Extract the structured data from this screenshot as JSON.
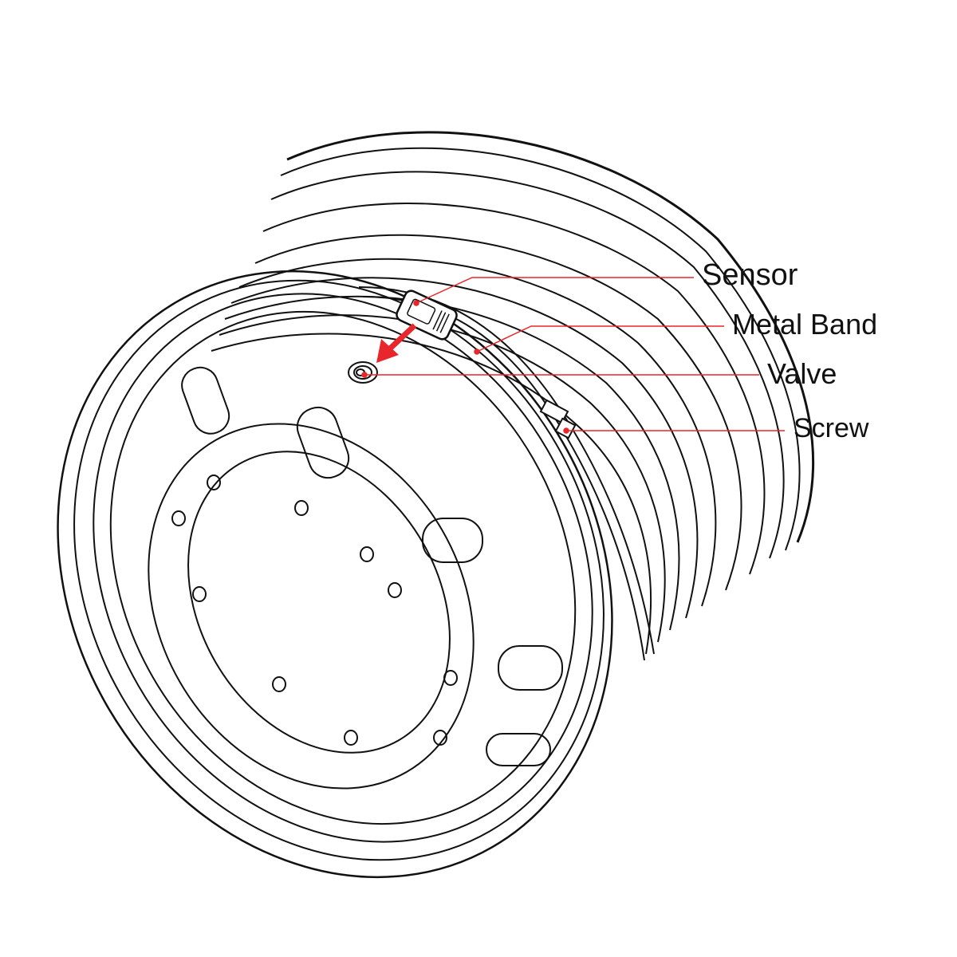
{
  "diagram": {
    "subject": "Truck wheel rim with TPMS sensor installation",
    "accent_color": "#e8262b",
    "line_color": "#111111",
    "labels": [
      {
        "id": "sensor",
        "text": "Sensor"
      },
      {
        "id": "metal_band",
        "text": "Metal Band"
      },
      {
        "id": "valve",
        "text": "Valve"
      },
      {
        "id": "screw",
        "text": "Screw"
      }
    ]
  }
}
